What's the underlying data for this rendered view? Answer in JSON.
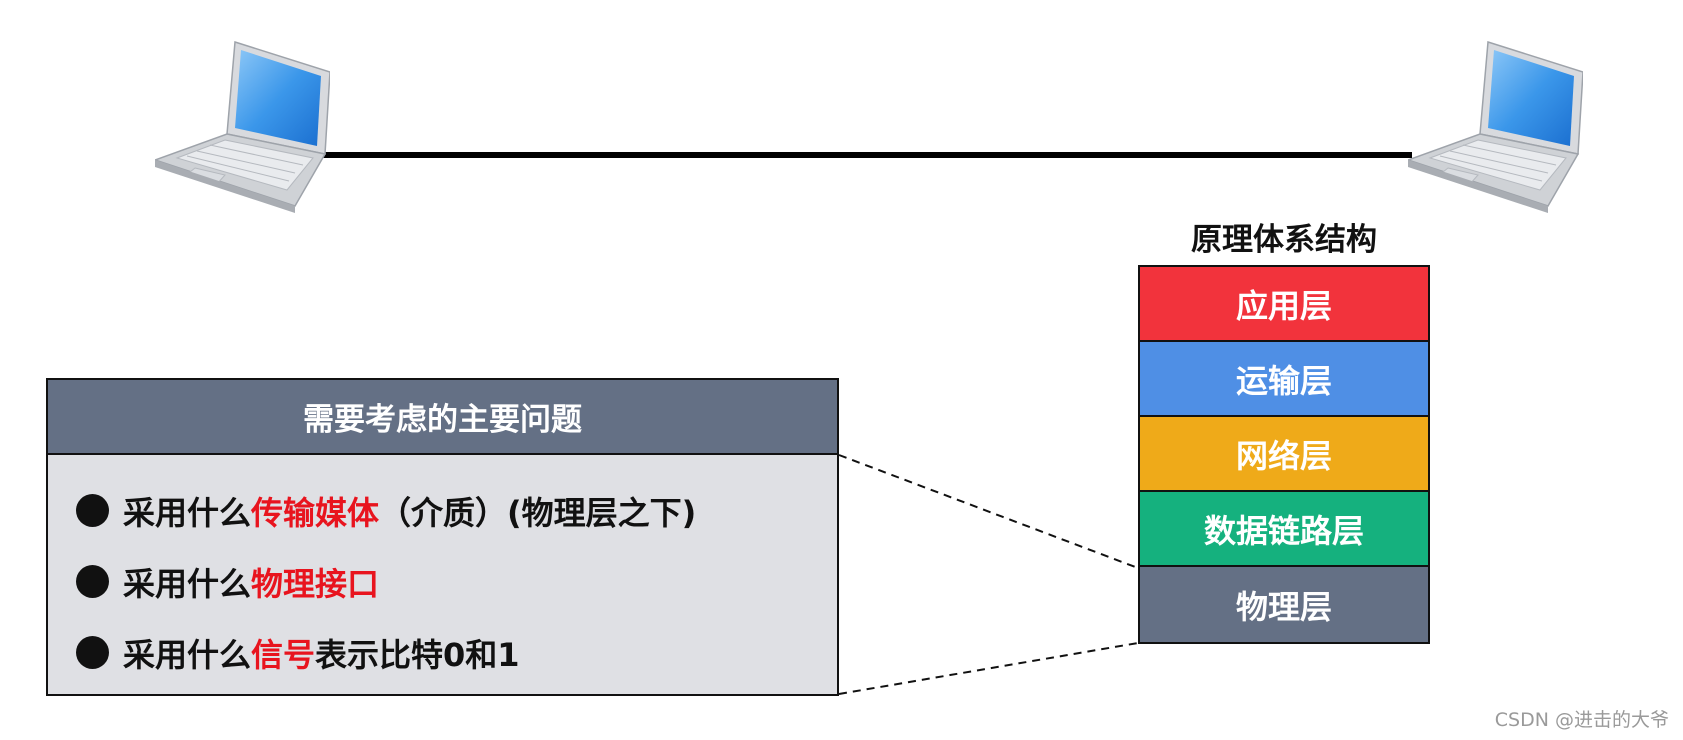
{
  "stack": {
    "title": "原理体系结构",
    "layers": [
      {
        "label": "应用层",
        "color": "#f2333c"
      },
      {
        "label": "运输层",
        "color": "#4f8fe5"
      },
      {
        "label": "网络层",
        "color": "#efaa19"
      },
      {
        "label": "数据链路层",
        "color": "#15b17e"
      },
      {
        "label": "物理层",
        "color": "#647085"
      }
    ]
  },
  "issues": {
    "title": "需要考虑的主要问题",
    "items": [
      {
        "prefix": "采用什么",
        "highlight": "传输媒体",
        "suffix": "（介质）(物理层之下)"
      },
      {
        "prefix": "采用什么",
        "highlight": "物理接口",
        "suffix": ""
      },
      {
        "prefix": "采用什么",
        "highlight": "信号",
        "suffix": "表示比特0和1"
      }
    ]
  },
  "watermark": "CSDN @进击的大爷",
  "colors": {
    "highlight": "#e8141e",
    "panel_header": "#647085",
    "panel_body": "#dfe0e4"
  }
}
